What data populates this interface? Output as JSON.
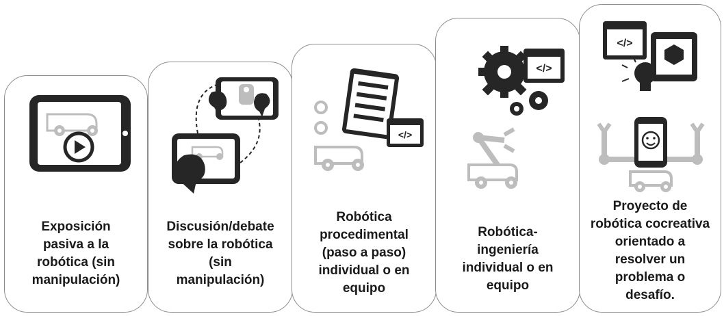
{
  "stages": [
    {
      "lines": [
        "Exposición",
        "pasiva a la",
        "robótica (sin",
        "manipulación)"
      ]
    },
    {
      "lines": [
        "Discusión/debate",
        "sobre la robótica",
        "(sin",
        "manipulación)"
      ]
    },
    {
      "lines": [
        "Robótica",
        "procedimental",
        "(paso a paso)",
        "individual o en",
        "equipo"
      ]
    },
    {
      "lines": [
        "Robótica-",
        "ingeniería",
        "individual o en",
        "equipo"
      ]
    },
    {
      "lines": [
        "Proyecto de",
        "robótica cocreativa",
        "orientado a",
        "resolver un",
        "problema o",
        "desafío."
      ]
    }
  ],
  "icons": {
    "code_tag": "</>"
  }
}
